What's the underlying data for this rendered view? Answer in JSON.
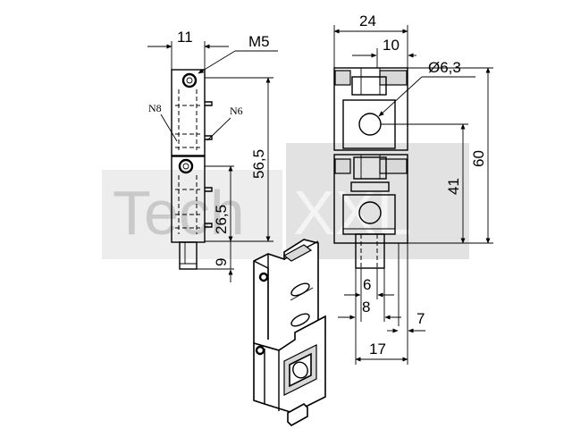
{
  "watermark": {
    "left_text": "Tech",
    "right_text": "XXL"
  },
  "side_view": {
    "dims": {
      "top_width": "11",
      "thread": "M5",
      "height_total": "56,5",
      "height_mid": "26,5",
      "height_bottom": "9"
    },
    "nut_labels": {
      "left": "N8",
      "right": "N6"
    }
  },
  "front_view": {
    "dims": {
      "width_total": "24",
      "width_offset": "10",
      "hole_diameter": "Ø6,3",
      "height_total": "60",
      "height_mid": "41",
      "pin_6": "6",
      "pin_8": "8",
      "edge_7": "7",
      "base_17": "17"
    }
  },
  "colors": {
    "line": "#000000",
    "watermark": "#c9c9c9",
    "shade": "#d8d8d8"
  }
}
